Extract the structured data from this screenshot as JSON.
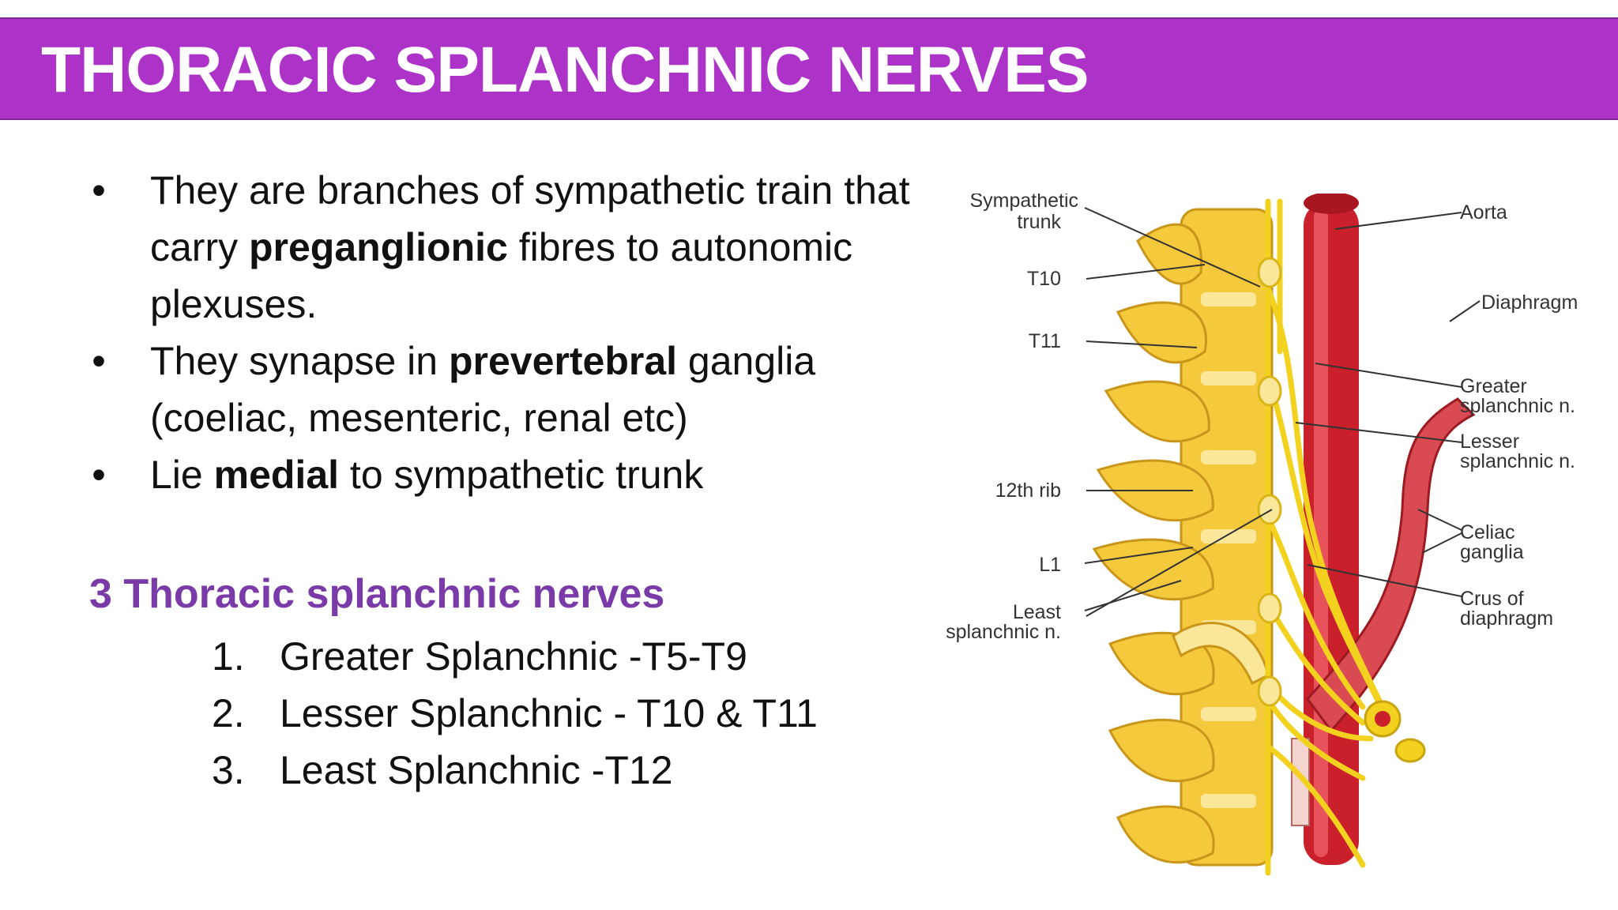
{
  "slide": {
    "title": "THORACIC SPLANCHNIC NERVES",
    "accent_color": "#ad33c8",
    "subhead_color": "#7a3aa8"
  },
  "bullets": [
    {
      "marker": "•",
      "lines": [
        "They are branches of sympathetic train that",
        "carry ",
        "preganglionic",
        " fibres to autonomic",
        "plexuses."
      ]
    },
    {
      "marker": "•",
      "lines": [
        "They synapse in ",
        "prevertebral",
        " ganglia",
        "(coeliac, mesenteric, renal etc)"
      ]
    },
    {
      "marker": "•",
      "lines": [
        "Lie ",
        "medial",
        " to sympathetic trunk"
      ]
    }
  ],
  "subhead": "3 Thoracic splanchnic nerves",
  "numbered": [
    {
      "num": "1.",
      "text": "Greater Splanchnic -T5-T9"
    },
    {
      "num": "2.",
      "text": "Lesser Splanchnic - T10 & T11"
    },
    {
      "num": "3.",
      "text": "Least Splanchnic -T12"
    }
  ],
  "figure": {
    "labels": {
      "sympathetic_1": "Sympathetic",
      "sympathetic_2": "trunk",
      "t10": "T10",
      "t11": "T11",
      "rib12": "12th rib",
      "l1": "L1",
      "least_1": "Least",
      "least_2": "splanchnic n.",
      "aorta": "Aorta",
      "diaphragm": "Diaphragm",
      "greater_1": "Greater",
      "greater_2": "splanchnic n.",
      "lesser_1": "Lesser",
      "lesser_2": "splanchnic n.",
      "celiac_1": "Celiac",
      "celiac_2": "ganglia",
      "crus_1": "Crus of",
      "crus_2": "diaphragm"
    },
    "colors": {
      "bone": "#f5c93c",
      "bone_light": "#fbe79a",
      "nerve": "#f2d21e",
      "aorta": "#c9202b",
      "aorta_light": "#e8535b"
    }
  }
}
